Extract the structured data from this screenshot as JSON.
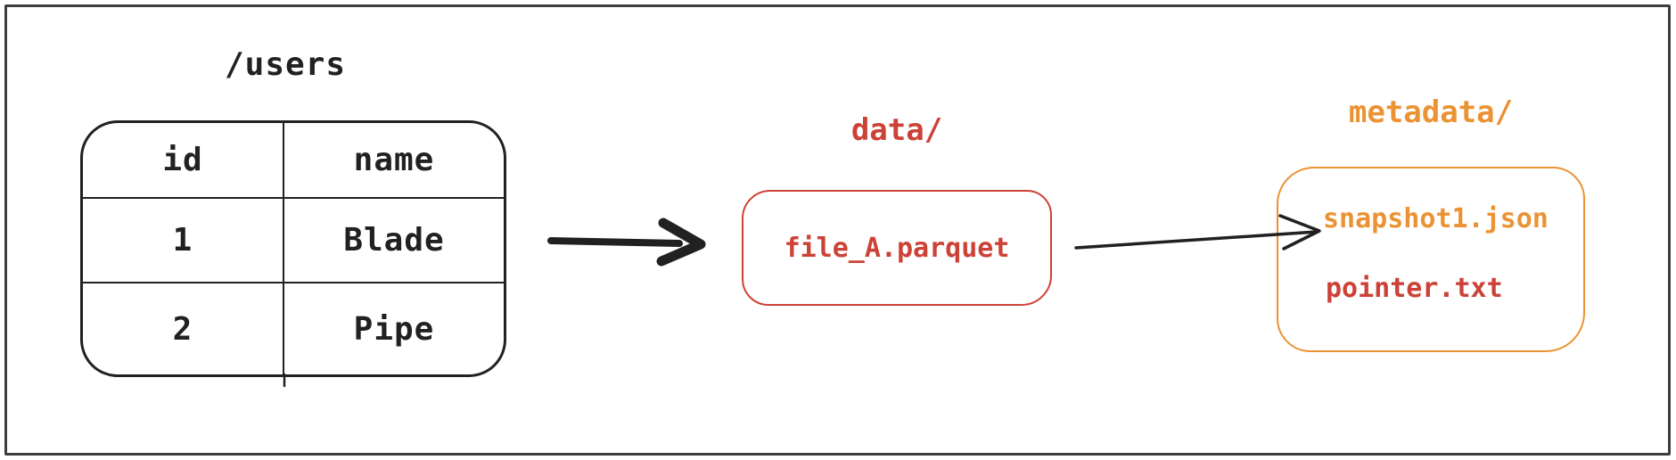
{
  "diagram": {
    "users_table": {
      "title": "/users",
      "columns": [
        "id",
        "name"
      ],
      "rows": [
        [
          "1",
          "Blade"
        ],
        [
          "2",
          "Pipe"
        ]
      ]
    },
    "data_folder": {
      "label": "data/",
      "files": [
        "file_A.parquet"
      ]
    },
    "metadata_folder": {
      "label": "metadata/",
      "files": [
        {
          "name": "snapshot1.json"
        },
        {
          "name": "pointer.txt"
        }
      ]
    }
  },
  "colors": {
    "ink": "#212121",
    "red": "#cc4237",
    "orange": "#eb9334",
    "frame": "#3e3e3e",
    "paper": "#ffffff"
  }
}
